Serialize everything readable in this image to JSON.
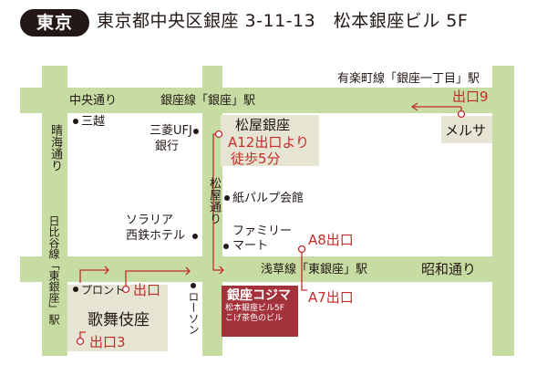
{
  "header": {
    "badge": "東京",
    "address": "東京都中央区銀座 3-11-13　松本銀座ビル 5F"
  },
  "map": {
    "roads": {
      "chuo_dori": "中央通り",
      "ginza_line": "銀座線「銀座」駅",
      "yurakucho_line": "有楽町線「銀座一丁目」駅",
      "harumi_dori": "晴海通り",
      "matsuya_dori": "松屋通り",
      "asakusa_line": "浅草線「東銀座」駅",
      "showa_dori": "昭和通り",
      "hibiya_line": "日比谷線「東銀座」駅"
    },
    "landmarks": {
      "mitsukoshi": "三越",
      "mufg": "三菱UFJ",
      "mufg2": "銀行",
      "matsuya": "松屋銀座",
      "kami_pulp": "紙パルプ会館",
      "solaria": "ソラリア",
      "solaria2": "西鉄ホテル",
      "familymart": "ファミリー",
      "familymart2": "マート",
      "melsa": "メルサ",
      "pronto": "プロント",
      "kabukiza": "歌舞伎座",
      "lawson": "ローソン"
    },
    "exits": {
      "a12": "A12出口より",
      "a12_walk": "徒歩5分",
      "exit9": "出口9",
      "a8": "A8出口",
      "a7": "A7出口",
      "exit_pronto": "出口",
      "exit3": "出口3"
    },
    "destination": {
      "name": "銀座コジマ",
      "line1": "松本銀座ビル5F",
      "line2": "こげ茶色のビル"
    },
    "colors": {
      "road": "#c7dca3",
      "block": "#e6e4d3",
      "route": "#c22d2a",
      "destination": "#a3323a"
    }
  }
}
